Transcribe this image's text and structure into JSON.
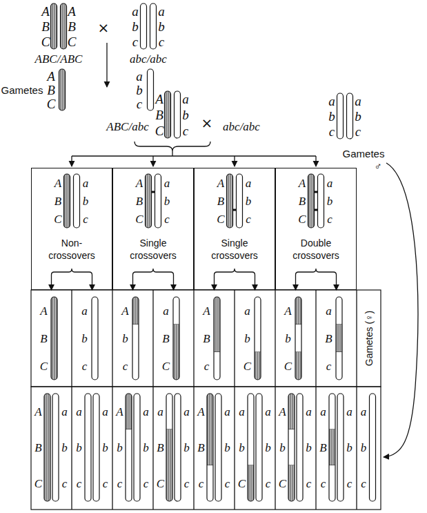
{
  "diagram": {
    "nodes": [
      {
        "text": [
          "Non-crossovers"
        ]
      },
      {
        "text": [
          "Single crossovers"
        ]
      },
      {
        "text": [
          "Single crossovers"
        ]
      },
      {
        "text": [
          "Double crossovers"
        ]
      }
    ],
    "labels": [
      "A",
      "B",
      "C",
      "A",
      "B",
      "C",
      "ABC/ABC",
      "×",
      "a",
      "b",
      "c",
      "a",
      "b",
      "c",
      "abc/abc",
      "Gametes",
      "A",
      "B",
      "C",
      "a",
      "b",
      "c",
      "A",
      "B",
      "C",
      "a",
      "b",
      "c",
      "ABC/abc",
      "×",
      "abc/abc",
      "a",
      "b",
      "c",
      "a",
      "b",
      "c",
      "Gametes",
      "♂",
      "A",
      "B",
      "C",
      "a",
      "b",
      "c",
      "A",
      "B",
      "C",
      "a",
      "b",
      "c",
      "A",
      "B",
      "C",
      "a",
      "b",
      "c",
      "A",
      "B",
      "C",
      "a",
      "b",
      "c",
      "A",
      "B",
      "C",
      "a",
      "b",
      "c",
      "A",
      "b",
      "c",
      "a",
      "B",
      "C",
      "A",
      "B",
      "c",
      "a",
      "b",
      "C",
      "A",
      "b",
      "C",
      "a",
      "B",
      "c",
      "Gametes (♀)",
      "A",
      "B",
      "C",
      "a",
      "b",
      "c",
      "a",
      "b",
      "c",
      "a",
      "b",
      "c",
      "A",
      "b",
      "c",
      "a",
      "b",
      "c",
      "a",
      "B",
      "C",
      "a",
      "b",
      "c",
      "A",
      "B",
      "c",
      "a",
      "b",
      "c",
      "a",
      "b",
      "C",
      "a",
      "b",
      "c",
      "A",
      "b",
      "C",
      "a",
      "b",
      "c",
      "a",
      "B",
      "c",
      "a",
      "b",
      "c",
      "a",
      "b",
      "c"
    ]
  }
}
